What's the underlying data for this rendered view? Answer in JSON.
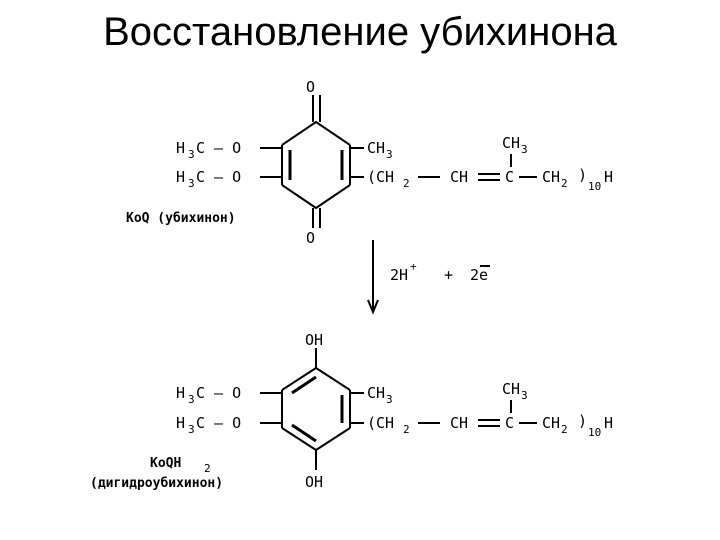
{
  "title": "Восстановление убихинона",
  "top_molecule": {
    "name_label": "KoQ (убихинон)",
    "o_top": "O",
    "o_bottom": "O",
    "left_1": "H",
    "left_1_sub": "3",
    "left_1_rest": "C – O",
    "left_2": "H",
    "left_2_sub": "3",
    "left_2_rest": "C – O",
    "methyl": "CH",
    "methyl_sub": "3",
    "chain_open": "(CH",
    "chain_open_sub": "2",
    "chain_ch": "CH",
    "chain_c": "C",
    "chain_ch2": "CH",
    "chain_ch2_sub": "2",
    "chain_close": ")",
    "chain_n": "10",
    "chain_h": "H",
    "branch_ch3": "CH",
    "branch_ch3_sub": "3"
  },
  "reaction": {
    "h": "2H",
    "h_sup": "+",
    "plus": "+",
    "e": "2e"
  },
  "bottom_molecule": {
    "name_label_1": "KoQH",
    "name_label_1_sub": "2",
    "name_label_2": "(дигидроубихинон)",
    "oh_top": "OH",
    "oh_bottom": "OH",
    "left_1": "H",
    "left_1_sub": "3",
    "left_1_rest": "C – O",
    "left_2": "H",
    "left_2_sub": "3",
    "left_2_rest": "C – O",
    "methyl": "CH",
    "methyl_sub": "3",
    "chain_open": "(CH",
    "chain_open_sub": "2",
    "chain_ch": "CH",
    "chain_c": "C",
    "chain_ch2": "CH",
    "chain_ch2_sub": "2",
    "chain_close": ")",
    "chain_n": "10",
    "chain_h": "H",
    "branch_ch3": "CH",
    "branch_ch3_sub": "3"
  }
}
